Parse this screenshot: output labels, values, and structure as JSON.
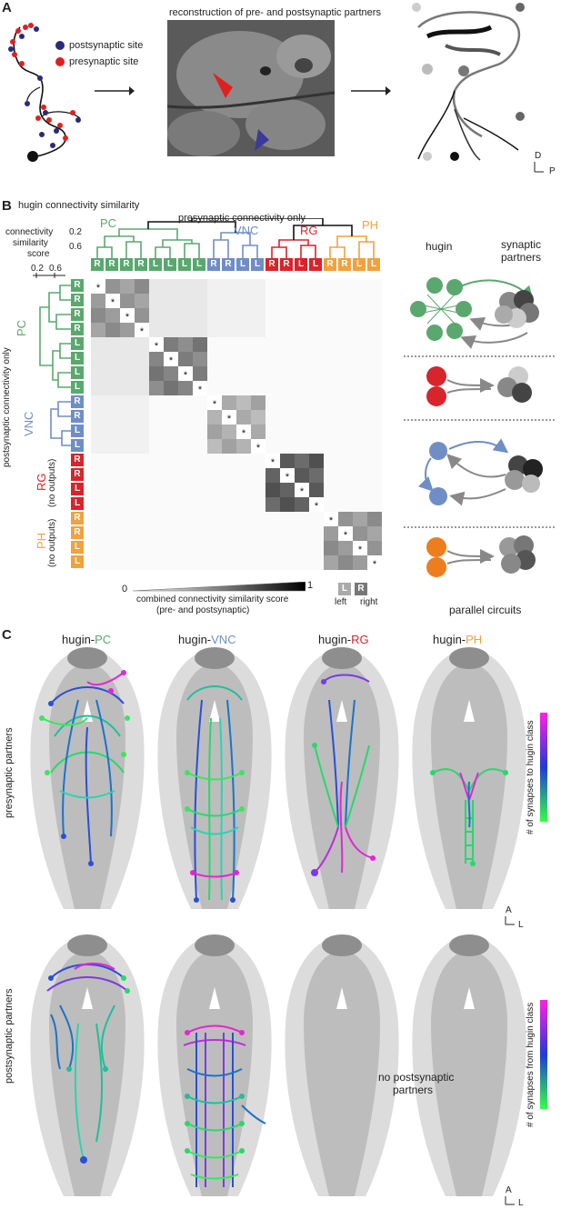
{
  "panelA": {
    "label": "A",
    "legend_post": "postsynaptic site",
    "legend_pre": "presynaptic site",
    "title": "reconstruction of pre- and postsynaptic partners",
    "axis_d": "D",
    "axis_p": "P"
  },
  "panelB": {
    "label": "B",
    "title": "hugin connectivity similarity",
    "pre_only": "presynaptic connectivity only",
    "post_only": "postsynaptic connectivity only",
    "score_l1": "connectivity",
    "score_l2": "similarity",
    "score_l3": "score",
    "tick_02": "0.2",
    "tick_06": "0.6",
    "groups": [
      {
        "name": "PC",
        "color": "#5aa86e",
        "sides": [
          "R",
          "R",
          "R",
          "R",
          "L",
          "L",
          "L",
          "L"
        ],
        "note": ""
      },
      {
        "name": "VNC",
        "color": "#6f8ec6",
        "sides": [
          "R",
          "R",
          "L",
          "L"
        ],
        "note": ""
      },
      {
        "name": "RG",
        "color": "#d8242b",
        "sides": [
          "R",
          "R",
          "L",
          "L"
        ],
        "note": "(no outputs)"
      },
      {
        "name": "PH",
        "color": "#f0a23d",
        "sides": [
          "R",
          "R",
          "L",
          "L"
        ],
        "note": "(no outputs)"
      }
    ],
    "scale_0": "0",
    "scale_1": "1",
    "scale_l1": "combined connectivity similarity score",
    "scale_l2": "(pre- and postsynaptic)",
    "left_box": "L",
    "right_box": "R",
    "left_label": "left",
    "right_label": "right",
    "hugin_label": "hugin",
    "partners_label": "synaptic partners",
    "parallel_label": "parallel circuits",
    "star": "*"
  },
  "panelC": {
    "label": "C",
    "prefix": "hugin-",
    "classes": [
      {
        "name": "PC",
        "color": "#5aa86e"
      },
      {
        "name": "VNC",
        "color": "#6f8ec6"
      },
      {
        "name": "RG",
        "color": "#d8242b"
      },
      {
        "name": "PH",
        "color": "#f0a23d"
      }
    ],
    "row1_label": "presynaptic partners",
    "row2_label": "postsynaptic partners",
    "bar1_label": "# of synapses to hugin class",
    "bar2_label": "# of synapses from hugin class",
    "no_post_1": "no postsynaptic",
    "no_post_2": "partners",
    "axis_a": "A",
    "axis_l": "L"
  }
}
